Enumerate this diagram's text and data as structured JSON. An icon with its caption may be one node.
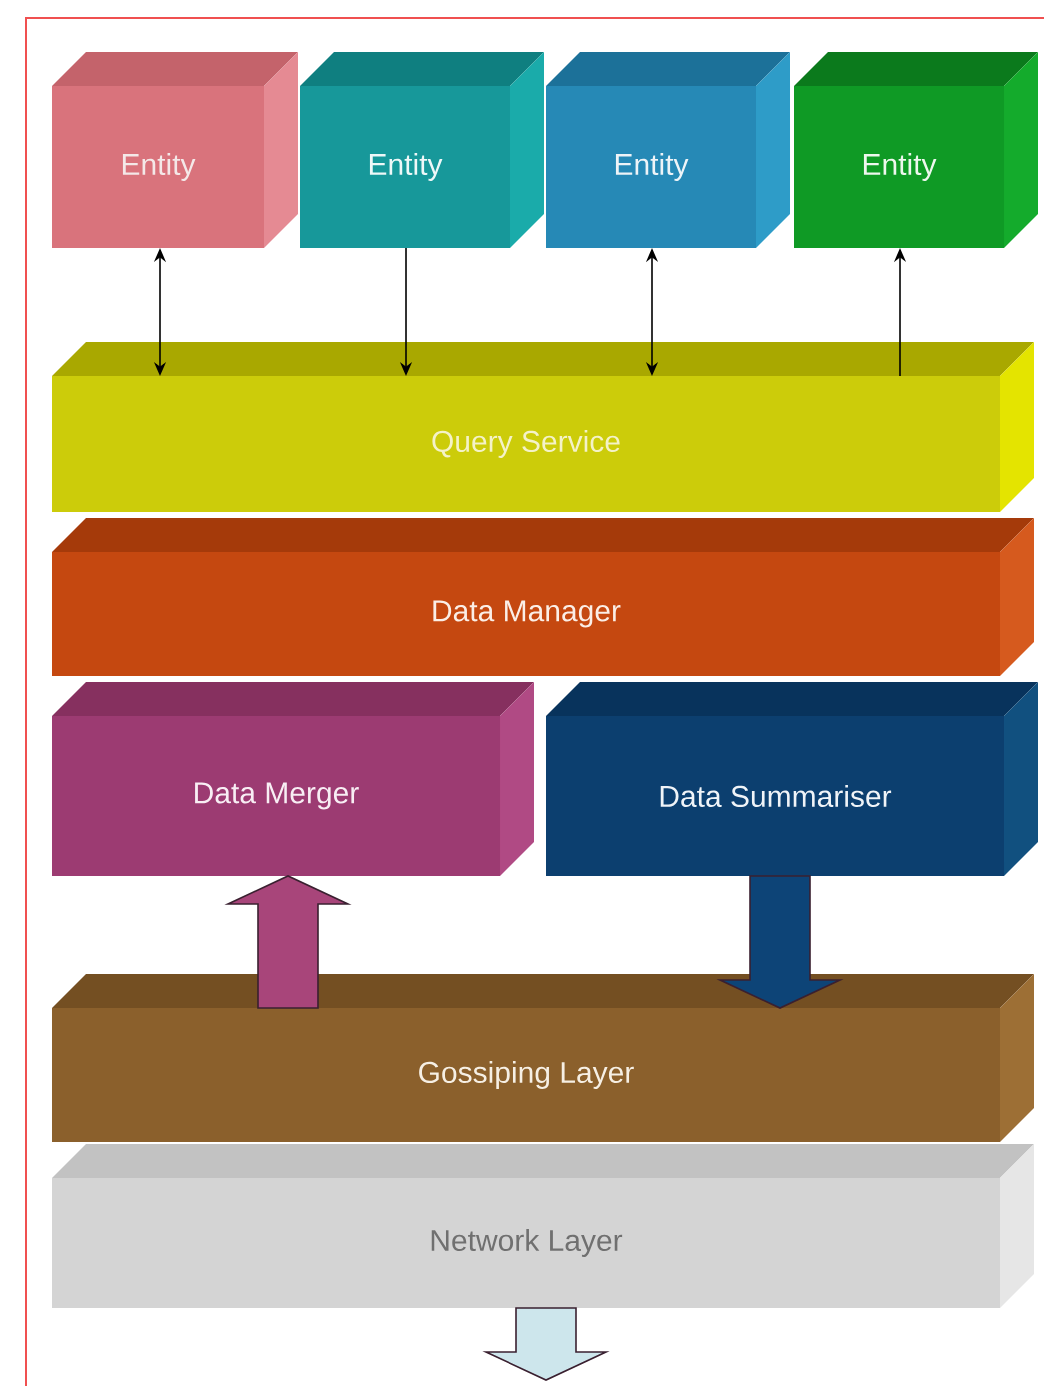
{
  "diagram": {
    "nodes": [
      {
        "text": [
          "Entity"
        ]
      },
      {
        "text": [
          "Entity"
        ]
      },
      {
        "text": [
          "Entity"
        ]
      },
      {
        "text": [
          "Entity"
        ]
      },
      {
        "text": [
          "Query Service"
        ]
      },
      {
        "text": [
          "Data Manager"
        ]
      },
      {
        "text": [
          "Data Merger"
        ]
      },
      {
        "text": [
          "Data Summariser"
        ]
      },
      {
        "text": [
          "Gossiping Layer"
        ]
      },
      {
        "text": [
          "Network Layer"
        ]
      }
    ],
    "edges": [
      {
        "from": 0,
        "to": 4,
        "arrow": "both"
      },
      {
        "from": 1,
        "to": 4,
        "arrow": "to"
      },
      {
        "from": 2,
        "to": 4,
        "arrow": "both"
      },
      {
        "from": 4,
        "to": 3,
        "arrow": "to"
      },
      {
        "from": 8,
        "to": 6,
        "arrow": "to",
        "style": "thick",
        "color": "#a8457a"
      },
      {
        "from": 7,
        "to": 8,
        "arrow": "to",
        "style": "thick",
        "color": "#0d4477"
      },
      {
        "from": 9,
        "to": null,
        "arrow": "to",
        "style": "thick",
        "color": "#cde6ec"
      }
    ]
  }
}
